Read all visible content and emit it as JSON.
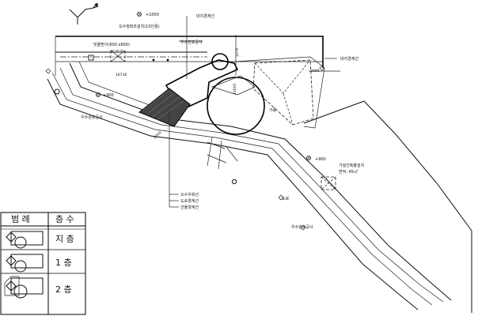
{
  "labels": {
    "north_arrow": "N",
    "spot_level_top": "+1000",
    "boundary_top": "대지경계선",
    "wastewater_facility": "오수정화조설치(10인용)",
    "catch_basin": "빗물받이(600 x600)",
    "rainwater_pipe_top": "우수관로공사",
    "dim_vertical_upper": "1270",
    "boundary_right": "대지경계선",
    "dim_right": "2000",
    "dim_length": "16736",
    "spot_level_left": "+900",
    "dim_circle": "10000",
    "building_label": "가동",
    "rainwater_pipe_left": "우수관로공사",
    "dim_diagonal": "6000",
    "leader_line_1": "오수우회선",
    "leader_line_2": "도로경계선",
    "leader_line_3": "건물경계선",
    "spot_level_right": "+900",
    "temporary_building": "가설건축물설치",
    "temporary_building_area": "면적: 45㎡",
    "road_label": "도로",
    "rainwater_pipe_bottom": "우수관로공사"
  },
  "legend": {
    "header_left": "범 례",
    "header_right": "층 수",
    "rows": [
      {
        "floor": "지 층",
        "icon": "basement-symbol-icon"
      },
      {
        "floor": "1 층",
        "icon": "first-floor-symbol-icon"
      },
      {
        "floor": "2 층",
        "icon": "second-floor-symbol-icon"
      }
    ]
  }
}
